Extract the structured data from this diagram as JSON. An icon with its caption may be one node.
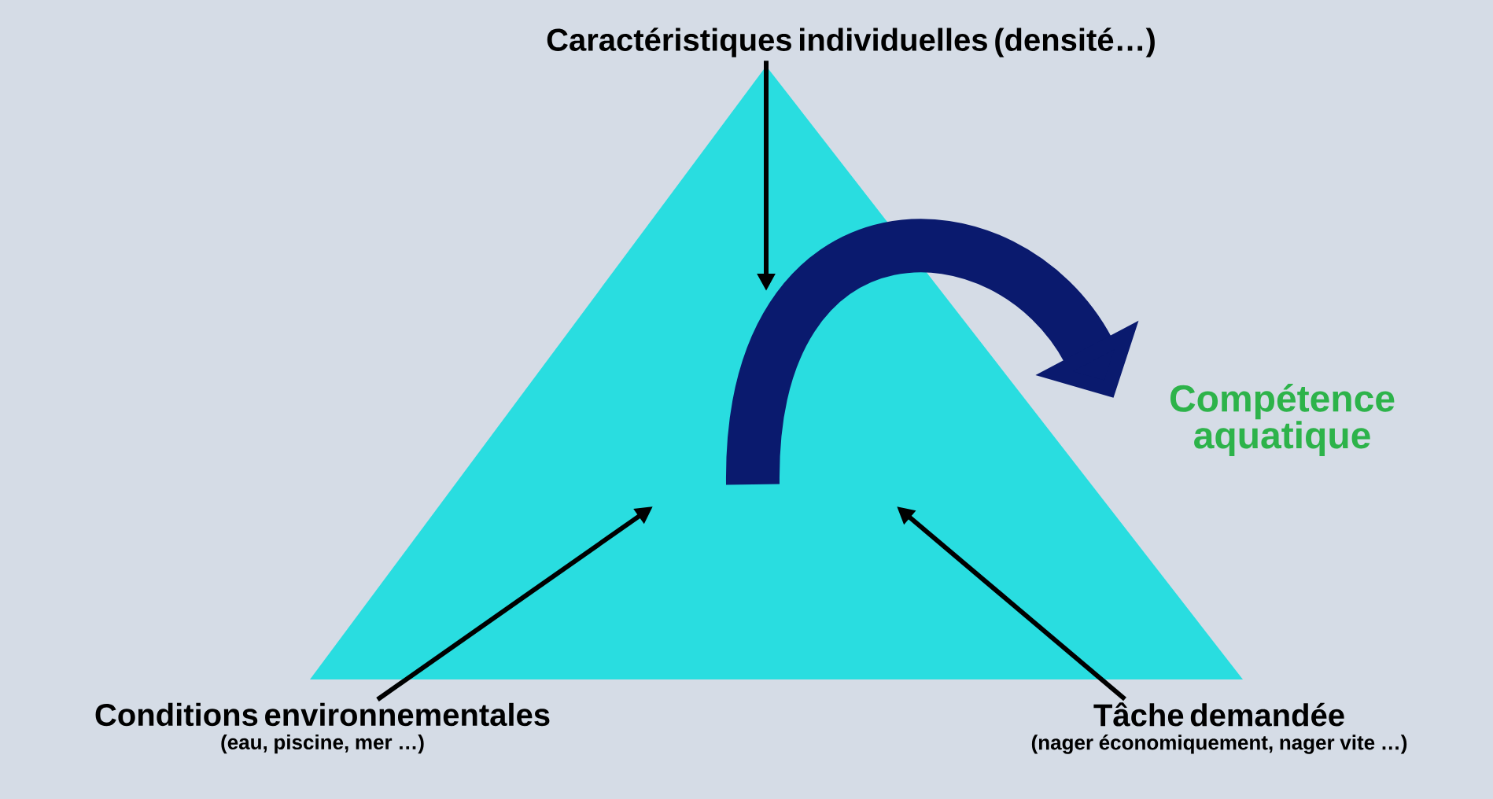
{
  "diagram": {
    "nodes": [
      {
        "text": [],
        "shape": "triangle"
      },
      {
        "text": [
          "Caractéristiques individuelles (densité…)"
        ]
      },
      {
        "text": [
          "Conditions environnementales",
          "(eau, piscine, mer …)"
        ]
      },
      {
        "text": [
          "Tâche demandée",
          "(nager économiquement, nager vite …)"
        ]
      },
      {
        "text": [
          "Compétence aquatique"
        ]
      }
    ],
    "edges": [
      {
        "from": 1,
        "to": 0,
        "arrow": "to"
      },
      {
        "from": 2,
        "to": 0,
        "arrow": "to"
      },
      {
        "from": 3,
        "to": 0,
        "arrow": "to"
      },
      {
        "from": 0,
        "to": 4,
        "arrow": "to",
        "style": "thick",
        "color": "#0a1a6e"
      }
    ]
  }
}
